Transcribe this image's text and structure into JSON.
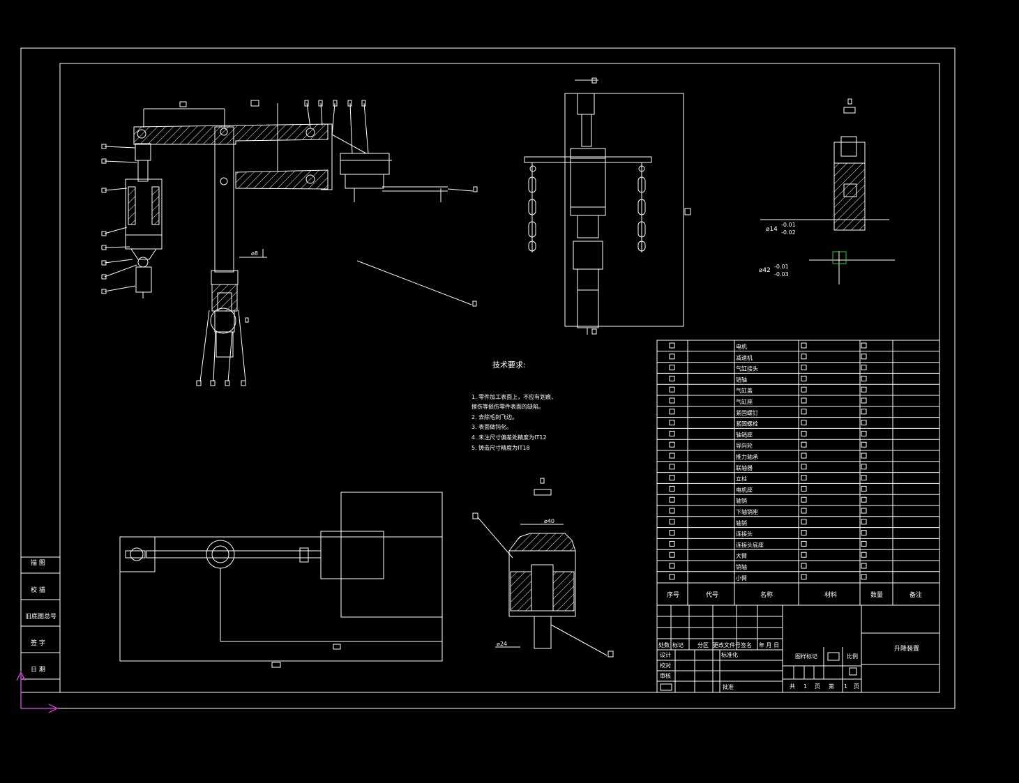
{
  "notes": {
    "title": "技术要求:",
    "lines": [
      "1. 零件加工表面上，不应有划痕、",
      "擦伤等损伤零件表面的缺陷。",
      "2. 去除毛刺飞边。",
      "3. 表面做钝化。",
      "4. 未注尺寸偏差处精度为IT12",
      "5. 铸造尺寸精度为IT18"
    ]
  },
  "tolerances": {
    "d14": "⌀14",
    "d14_upper": "-0.01",
    "d14_lower": "-0.02",
    "d42": "⌀42",
    "d42_upper": "-0.01",
    "d42_lower": "-0.03",
    "d8": "⌀8",
    "d40": "⌀40",
    "d24": "⌀24"
  },
  "parts": [
    {
      "name": "电机"
    },
    {
      "name": "减速机"
    },
    {
      "name": "气缸接头"
    },
    {
      "name": "销轴"
    },
    {
      "name": "气缸盖"
    },
    {
      "name": "气缸座"
    },
    {
      "name": "紧固螺钉"
    },
    {
      "name": "紧固螺栓"
    },
    {
      "name": "轴销座"
    },
    {
      "name": "导向轮"
    },
    {
      "name": "推力轴承"
    },
    {
      "name": "联轴器"
    },
    {
      "name": "立柱"
    },
    {
      "name": "电机座"
    },
    {
      "name": "轴销"
    },
    {
      "name": "下轴销座"
    },
    {
      "name": "轴销"
    },
    {
      "name": "连接头"
    },
    {
      "name": "连接头底座"
    },
    {
      "name": "大臂"
    },
    {
      "name": "销轴"
    },
    {
      "name": "小臂"
    }
  ],
  "parts_header": {
    "no": "序号",
    "code": "代号",
    "name": "名称",
    "material": "材料",
    "qty": "数量",
    "remark": "备注"
  },
  "title_block": {
    "r1": [
      "处数",
      "标记",
      "分区",
      "更改文件号",
      "签名",
      "年 月 日"
    ],
    "design": "设计",
    "standard": "标准化",
    "check": "校对",
    "review": "审核",
    "approve": "批准",
    "stage_mark": "图样标记",
    "scale": "比例",
    "total": "共",
    "total_n": "1",
    "page_unit": "页",
    "sheet": "第",
    "sheet_n": "1",
    "sheet_unit": "页",
    "drawing_name": "升降装置"
  },
  "side_block": [
    "描 图",
    "校 描",
    "旧底图总号",
    "签 字",
    "日 期"
  ]
}
